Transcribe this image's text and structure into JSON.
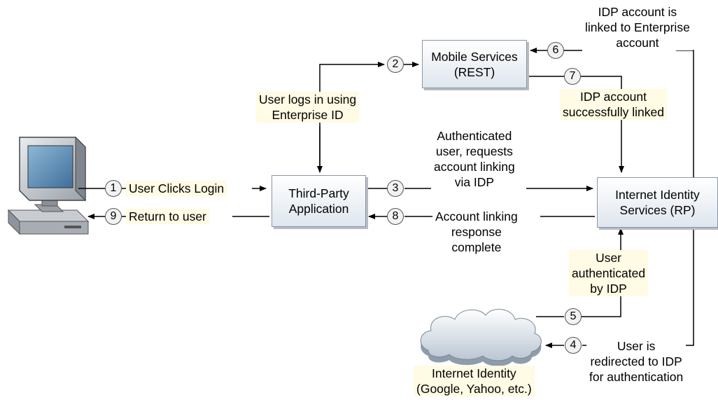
{
  "nodes": {
    "mobile_services": [
      "Mobile Services",
      "(REST)"
    ],
    "third_party_app": [
      "Third-Party",
      "Application"
    ],
    "identity_services": [
      "Internet Identity",
      "Services (RP)"
    ],
    "internet_identity": [
      "Internet Identity",
      "(Google, Yahoo, etc.)"
    ]
  },
  "steps": [
    {
      "num": "1",
      "label": [
        "User Clicks Login"
      ]
    },
    {
      "num": "2",
      "label": [
        "User logs in using",
        "Enterprise ID"
      ]
    },
    {
      "num": "3",
      "label": [
        "Authenticated",
        "user, requests",
        "account linking",
        "via IDP"
      ]
    },
    {
      "num": "4",
      "label": [
        "User is",
        "redirected to IDP",
        "for authentication"
      ]
    },
    {
      "num": "5",
      "label": [
        "User",
        "authenticated",
        "by IDP"
      ]
    },
    {
      "num": "6",
      "label": [
        "IDP account is",
        "linked to Enterprise",
        "account"
      ]
    },
    {
      "num": "7",
      "label": [
        "IDP account",
        "successfully linked"
      ]
    },
    {
      "num": "8",
      "label": [
        "Account linking",
        "response",
        "complete"
      ]
    },
    {
      "num": "9",
      "label": [
        "Return to user"
      ]
    }
  ],
  "icons": {
    "computer": "desktop-computer-icon",
    "cloud": "cloud-icon"
  }
}
